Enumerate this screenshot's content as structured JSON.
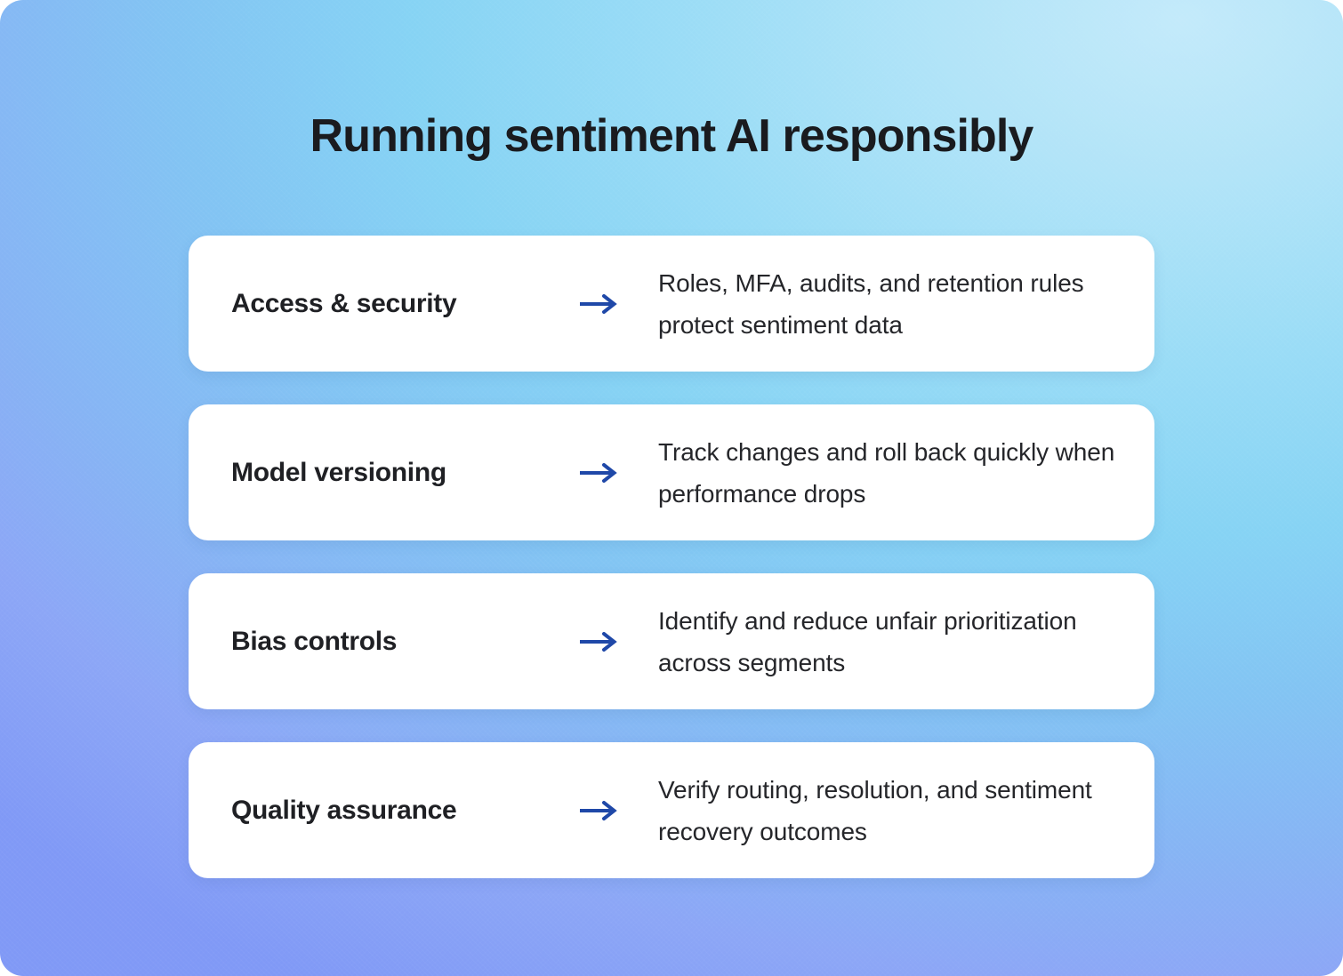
{
  "header": {
    "title": "Running sentiment AI responsibly"
  },
  "theme": {
    "background_gradient_from": "#c3eafa",
    "background_gradient_mid": "#86d3f4",
    "background_gradient_to": "#8099f6",
    "card_background": "#ffffff",
    "title_color": "#1a1b1f",
    "label_color": "#1f2024",
    "description_color": "#25262a",
    "arrow_color": "#1f48a8"
  },
  "cards": [
    {
      "label": "Access & security",
      "arrow_icon": "arrow-right-icon",
      "description": "Roles, MFA, audits, and retention rules protect sentiment data"
    },
    {
      "label": "Model versioning",
      "arrow_icon": "arrow-right-icon",
      "description": "Track changes and roll back quickly when performance drops"
    },
    {
      "label": "Bias controls",
      "arrow_icon": "arrow-right-icon",
      "description": "Identify and reduce unfair prioritization across segments"
    },
    {
      "label": "Quality assurance",
      "arrow_icon": "arrow-right-icon",
      "description": "Verify routing, resolution, and sentiment recovery outcomes"
    }
  ]
}
